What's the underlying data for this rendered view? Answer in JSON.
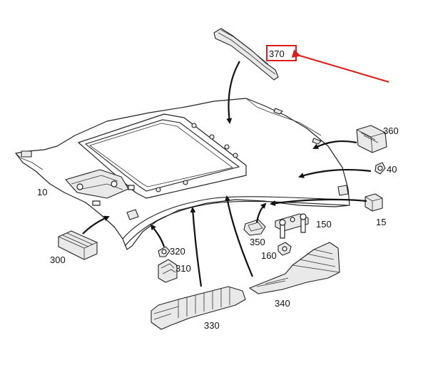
{
  "labels": {
    "p10": "10",
    "p15": "15",
    "p40": "40",
    "p150": "150",
    "p160": "160",
    "p300": "300",
    "p310": "310",
    "p320": "320",
    "p330": "330",
    "p340": "340",
    "p350": "350",
    "p360": "360",
    "p370": "370"
  },
  "colors": {
    "highlight": "#e01b1b",
    "line": "#222222"
  }
}
